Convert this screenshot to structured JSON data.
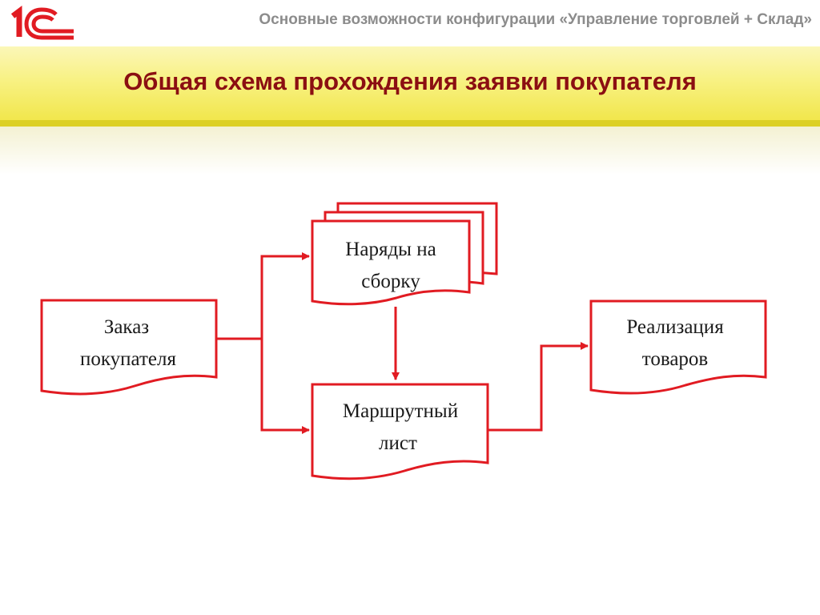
{
  "header": {
    "logo_text": "1С",
    "subtitle": "Основные возможности конфигурации «Управление торговлей + Склад»"
  },
  "slide": {
    "title": "Общая схема прохождения заявки покупателя"
  },
  "diagram": {
    "nodes": {
      "customer_order": {
        "line1": "Заказ",
        "line2": "покупателя"
      },
      "assembly_orders": {
        "line1": "Наряды на",
        "line2": "сборку"
      },
      "route_sheet": {
        "line1": "Маршрутный",
        "line2": "лист"
      },
      "goods_sale": {
        "line1": "Реализация",
        "line2": "товаров"
      }
    },
    "edges": [
      {
        "from": "customer_order",
        "to": "assembly_orders"
      },
      {
        "from": "customer_order",
        "to": "route_sheet"
      },
      {
        "from": "assembly_orders",
        "to": "route_sheet"
      },
      {
        "from": "route_sheet",
        "to": "goods_sale"
      }
    ],
    "colors": {
      "stroke": "#e11b22",
      "text": "#1a1a1a",
      "title": "#8b0f12"
    }
  }
}
